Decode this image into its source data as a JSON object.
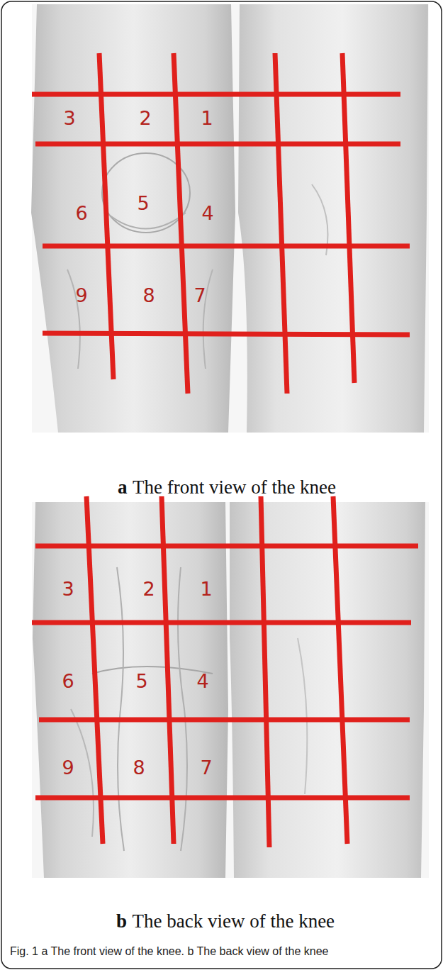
{
  "diagram": {
    "caption": "Fig. 1 a The front view of the knee. b The back view of the knee",
    "labels": [
      "3",
      "2",
      "1",
      "6",
      "5",
      "4",
      "9",
      "8",
      "7",
      "a",
      "The front view of the knee",
      "3",
      "2",
      "1",
      "6",
      "5",
      "4",
      "9",
      "8",
      "7",
      "b",
      "The back view of the knee"
    ]
  }
}
